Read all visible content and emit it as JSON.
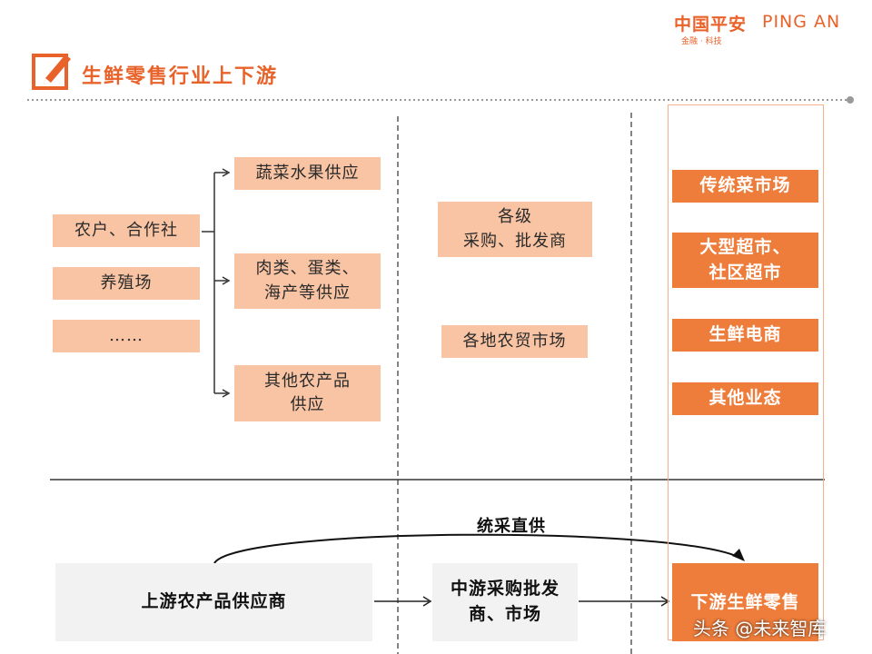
{
  "header": {
    "logo_cn": "中国平安",
    "logo_en": "PING AN",
    "logo_sub": "金融 · 科技",
    "title": "生鲜零售行业上下游"
  },
  "upstream_sources": [
    "农户、合作社",
    "养殖场",
    "……"
  ],
  "supply_types": [
    "蔬菜水果供应",
    "肉类、蛋类、\n海产等供应",
    "其他农产品\n供应"
  ],
  "midstream": [
    "各级\n采购、批发商",
    "各地农贸市场"
  ],
  "downstream": [
    "传统菜市场",
    "大型超市、\n社区超市",
    "生鲜电商",
    "其他业态"
  ],
  "bottom_flow": {
    "upstream": "上游农产品供应商",
    "midstream": "中游采购批发\n商、市场",
    "downstream": "下游生鲜零售",
    "direct_label": "统采直供"
  },
  "watermark": "头条 @未来智库",
  "colors": {
    "brand_orange": "#e8622a",
    "box_orange": "#ee7d3b",
    "box_peach": "#f8c4a4",
    "box_grey": "#f2f2f2"
  }
}
